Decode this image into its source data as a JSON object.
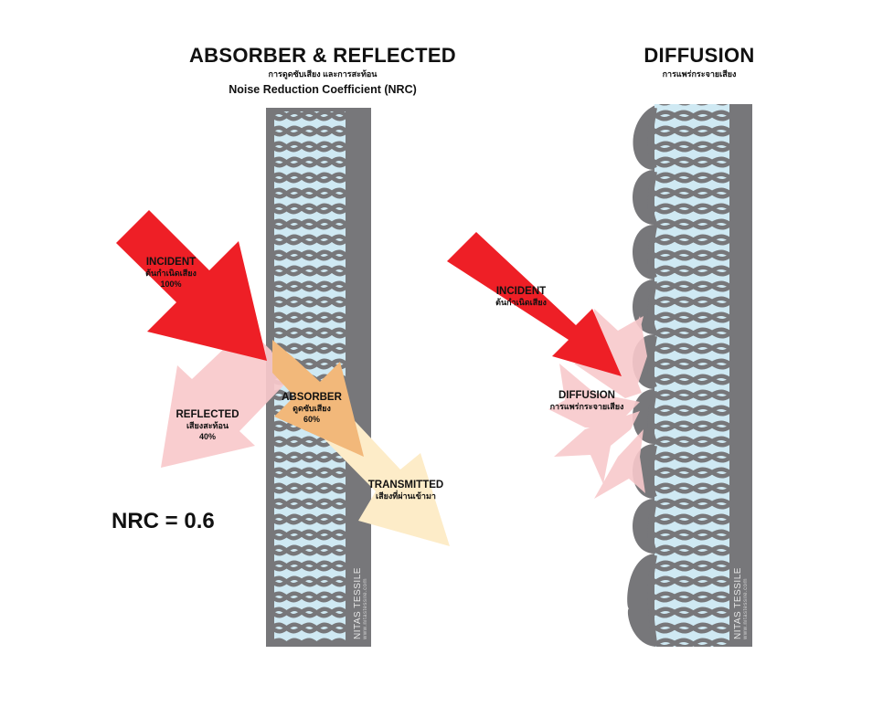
{
  "left_panel": {
    "title": "ABSORBER & REFLECTED",
    "subtitle_thai": "การดูดซับเสียง และการสะท้อน",
    "subtitle": "Noise Reduction Coefficient (NRC)",
    "incident": {
      "label": "INCIDENT",
      "thai": "ต้นกำเนิดเสียง",
      "percent": "100%"
    },
    "reflected": {
      "label": "REFLECTED",
      "thai": "เสียงสะท้อน",
      "percent": "40%"
    },
    "absorber": {
      "label": "ABSORBER",
      "thai": "ดูดซับเสียง",
      "percent": "60%"
    },
    "transmitted": {
      "label": "TRANSMITTED",
      "thai": "เสียงที่ผ่านเข้ามา"
    },
    "nrc": "NRC = 0.6",
    "brand": "NITAS TESSILE",
    "brand_url": "www.nitastessile.com"
  },
  "right_panel": {
    "title": "DIFFUSION",
    "subtitle_thai": "การแพร่กระจายเสียง",
    "incident": {
      "label": "INCIDENT",
      "thai": "ต้นกำเนิดเสียง"
    },
    "diffusion": {
      "label": "DIFFUSION",
      "thai": "การแพร่กระจายเสียง"
    },
    "brand": "NITAS TESSILE",
    "brand_url": "www.nitastessile.com"
  },
  "colors": {
    "panel": "#77777a",
    "fill": "#cfe9f3",
    "incident": "#ee1f26",
    "reflected": "#f8c9cb",
    "absorber": "#f2b87a",
    "transmitted": "#fdecc8"
  }
}
